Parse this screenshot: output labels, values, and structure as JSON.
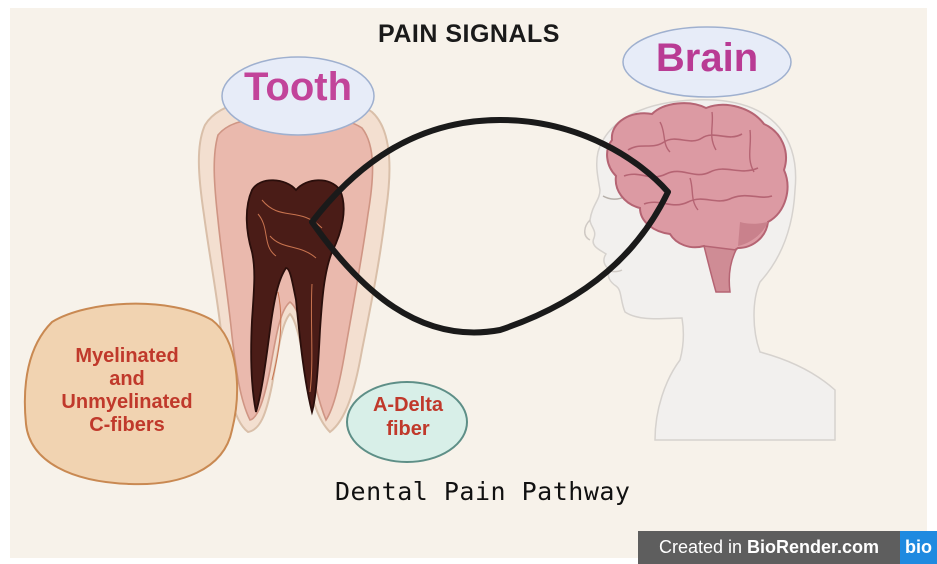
{
  "diagram": {
    "title": "PAIN SIGNALS",
    "caption": "Dental Pain Pathway",
    "labels": {
      "tooth": "Tooth",
      "brain": "Brain",
      "c_fibers": [
        "Myelinated",
        "and",
        "Unmyelinated",
        "C-fibers"
      ],
      "a_delta": [
        "A-Delta",
        "fiber"
      ]
    },
    "colors": {
      "background": "#f7f2ea",
      "tooth_label": "#c2449a",
      "brain_label": "#b93b94",
      "fiber_text": "#c0392b",
      "tooth_bubble": "#e7ecf8",
      "c_fiber_bubble": "#f1d3b1",
      "a_delta_bubble": "#d8efe8",
      "pathway": "#1a1a1a"
    }
  },
  "watermark": {
    "created_in": "Created in",
    "brand": "BioRender.com",
    "logo": "bio"
  }
}
